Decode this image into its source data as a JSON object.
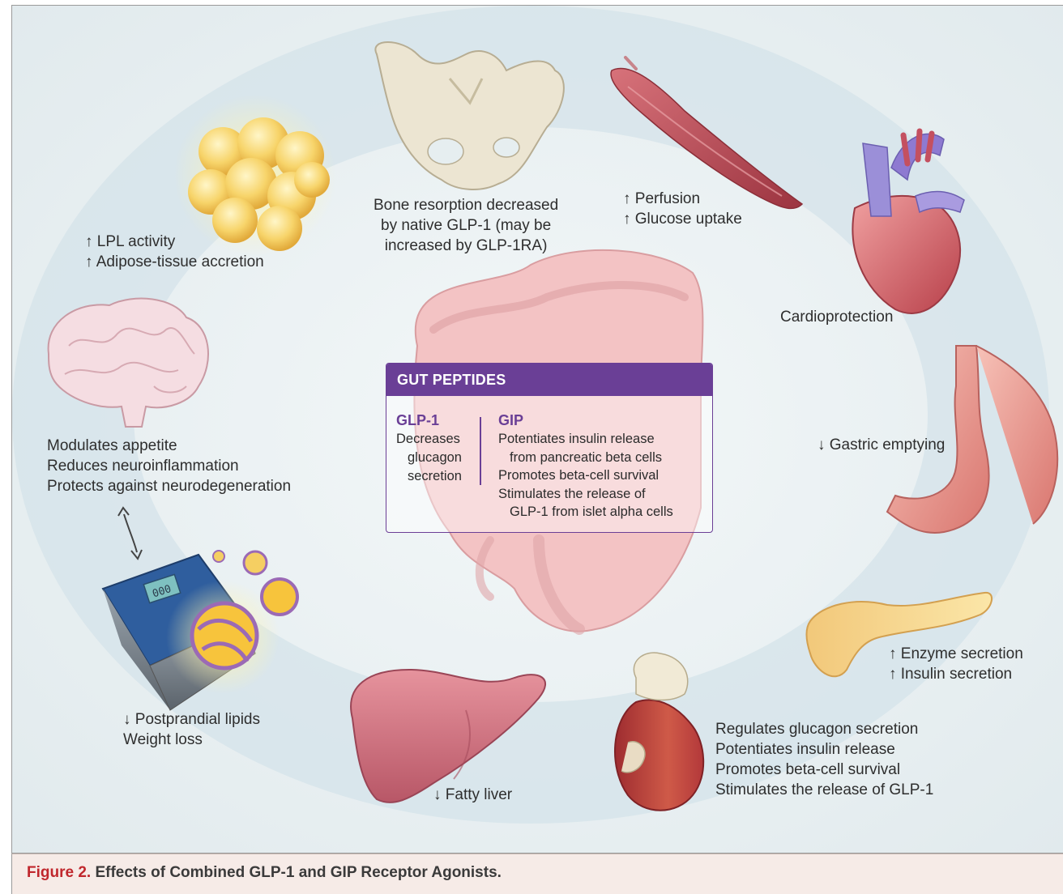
{
  "labels": {
    "bone": [
      "Bone resorption decreased",
      "by native GLP-1 (may be",
      "increased by GLP-1RA)"
    ],
    "muscle": [
      "↑ Perfusion",
      "↑ Glucose uptake"
    ],
    "adipose": [
      "↑ LPL activity",
      "↑ Adipose-tissue accretion"
    ],
    "heart": [
      "Cardioprotection"
    ],
    "brain": [
      "Modulates appetite",
      "Reduces neuroinflammation",
      "Protects against neurodegeneration"
    ],
    "stomach": [
      "↓ Gastric emptying"
    ],
    "pancreas": [
      "↑ Enzyme secretion",
      "↑ Insulin secretion"
    ],
    "kidney": [
      "Regulates glucagon secretion",
      "Potentiates insulin release",
      "Promotes beta-cell survival",
      "Stimulates the release of GLP-1"
    ],
    "liver": [
      "↓ Fatty liver"
    ],
    "scale": [
      "↓ Postprandial lipids",
      "Weight loss"
    ],
    "scale_display": "000"
  },
  "gut_box": {
    "header": "GUT PEPTIDES",
    "glp1_title": "GLP-1",
    "glp1_lines": [
      "Decreases",
      "glucagon",
      "secretion"
    ],
    "gip_title": "GIP",
    "gip_lines": [
      "Potentiates insulin release",
      "from pancreatic beta cells",
      "Promotes beta-cell survival",
      "Stimulates the release of",
      "GLP-1 from islet alpha cells"
    ]
  },
  "caption": {
    "figure_number": "Figure 2.",
    "title": "Effects of Combined GLP-1 and GIP Receptor Agonists."
  },
  "colors": {
    "gut_box_purple": "#6a3f96",
    "caption_red": "#c0272d",
    "caption_bg": "#f6ebe7"
  }
}
